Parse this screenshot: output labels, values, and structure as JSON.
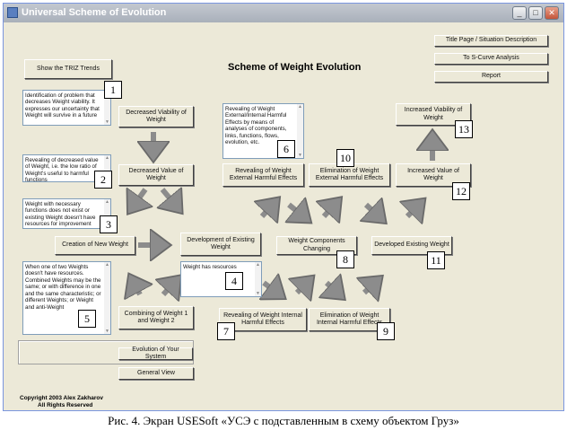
{
  "window": {
    "title": "Universal Scheme of Evolution"
  },
  "header": {
    "title": "Scheme of Weight Evolution"
  },
  "buttons": {
    "show_triz": "Show the TRIZ Trends",
    "title_page": "Title Page / Situation Description",
    "s_curve": "To S-Curve Analysis",
    "report": "Report",
    "decreased_viability": "Decreased Viability of Weight",
    "decreased_value": "Decreased Value of Weight",
    "creation_new": "Creation of New Weight",
    "development_existing": "Development of Existing Weight",
    "combining": "Combining of Weight 1 and Weight 2",
    "evolution_system": "Evolution of Your System",
    "general_view": "General View",
    "revealing_external": "Revealing of Weight External Harmful Effects",
    "elimination_external": "Elimination of Weight External Harmful Effects",
    "increased_value": "Increased Value of Weight",
    "increased_viability": "Increased Viability of Weight",
    "components_changing": "Weight Components Changing",
    "developed_existing": "Developed Existing Weight",
    "revealing_internal": "Revealing of Weight Internal Harmful Effects",
    "elimination_internal": "Elimination of Weight Internal Harmful Effects"
  },
  "textboxes": {
    "t1": "Identification of problem that decreases Weight viability. It expresses our uncertainty that Weight will survive in a future",
    "t2": "Revealing of decreased value of Weight, i.e. the low ratio of Weight's useful to harmful functions",
    "t3": "Weight with necessary functions does not exist or existing Weight doesn't have resources for improvement",
    "t4": "Weight has resources",
    "t5": "When one of two Weights doesn't have resources. Combined Weights may be the same; or with difference in one and the same characteristic; or different Weights; or Weight and anti-Weight",
    "t6": "Revealing of Weight External/Internal Harmful Effects by means of analyses of components, links, functions, flows, evolution, etc."
  },
  "labels": [
    "1",
    "2",
    "3",
    "4",
    "5",
    "6",
    "7",
    "8",
    "9",
    "10",
    "11",
    "12",
    "13"
  ],
  "copyright": {
    "line1": "Copyright 2003 Alex Zakharov",
    "line2": "All Rights Reserved"
  },
  "caption": "Рис. 4. Экран USESoft «УСЭ с подставленным в схему объектом Груз»",
  "colors": {
    "window_bg": "#ece9d8",
    "arrow": "#8c8c8c",
    "titlebar": "#aeb5bf"
  }
}
